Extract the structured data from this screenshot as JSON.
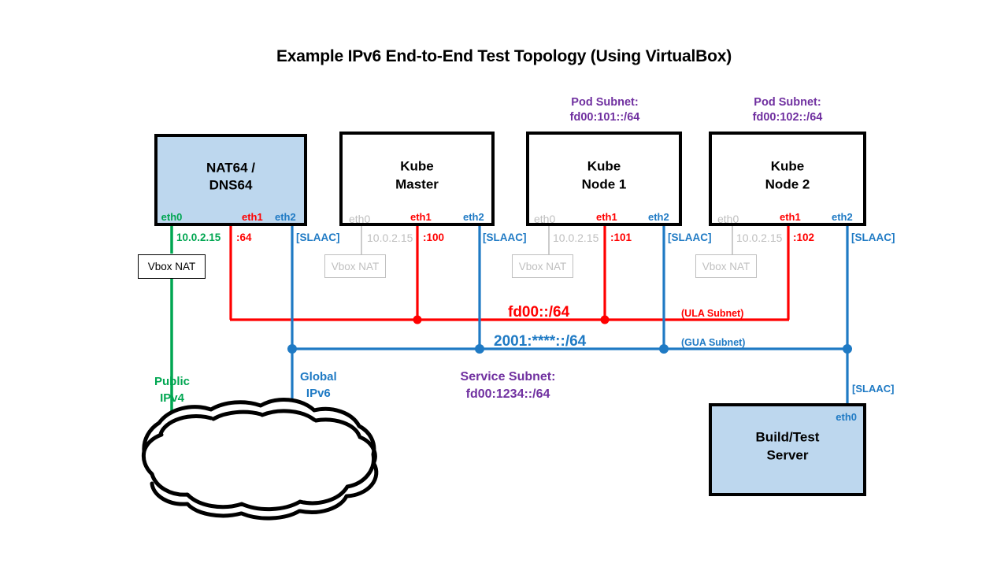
{
  "title": "Example IPv6 End-to-End Test Topology (Using VirtualBox)",
  "colors": {
    "green": "#00a651",
    "red": "#ff0000",
    "blue": "#1f7ac4",
    "grey": "#bfbfbf",
    "purple": "#7030a0",
    "box_fill": "#bdd7ee",
    "black": "#000000"
  },
  "nodes": [
    {
      "id": "nat64",
      "name_line1": "NAT64 /",
      "name_line2": "DNS64",
      "filled": true,
      "interfaces": [
        {
          "name": "eth0",
          "color": "green",
          "address": "10.0.2.15"
        },
        {
          "name": "eth1",
          "color": "red",
          "address": ":64"
        },
        {
          "name": "eth2",
          "color": "blue",
          "address": "[SLAAC]"
        }
      ],
      "nat_label": "Vbox NAT",
      "nat_ghost": false
    },
    {
      "id": "kube-master",
      "name_line1": "Kube",
      "name_line2": "Master",
      "filled": false,
      "interfaces": [
        {
          "name": "eth0",
          "color": "grey",
          "address": "10.0.2.15"
        },
        {
          "name": "eth1",
          "color": "red",
          "address": ":100"
        },
        {
          "name": "eth2",
          "color": "blue",
          "address": "[SLAAC]"
        }
      ],
      "nat_label": "Vbox NAT",
      "nat_ghost": true
    },
    {
      "id": "kube-node-1",
      "name_line1": "Kube",
      "name_line2": "Node 1",
      "filled": false,
      "pod_subnet_line1": "Pod Subnet:",
      "pod_subnet_line2": "fd00:101::/64",
      "interfaces": [
        {
          "name": "eth0",
          "color": "grey",
          "address": "10.0.2.15"
        },
        {
          "name": "eth1",
          "color": "red",
          "address": ":101"
        },
        {
          "name": "eth2",
          "color": "blue",
          "address": "[SLAAC]"
        }
      ],
      "nat_label": "Vbox NAT",
      "nat_ghost": true
    },
    {
      "id": "kube-node-2",
      "name_line1": "Kube",
      "name_line2": "Node 2",
      "filled": false,
      "pod_subnet_line1": "Pod Subnet:",
      "pod_subnet_line2": "fd00:102::/64",
      "interfaces": [
        {
          "name": "eth0",
          "color": "grey",
          "address": "10.0.2.15"
        },
        {
          "name": "eth1",
          "color": "red",
          "address": ":102"
        },
        {
          "name": "eth2",
          "color": "blue",
          "address": "[SLAAC]"
        }
      ],
      "nat_label": "Vbox NAT",
      "nat_ghost": true
    },
    {
      "id": "build-test-server",
      "name_line1": "Build/Test",
      "name_line2": "Server",
      "filled": true,
      "interfaces": [
        {
          "name": "eth0",
          "color": "blue",
          "address": "[SLAAC]"
        }
      ]
    }
  ],
  "networks": {
    "ula": {
      "prefix": "fd00::/64",
      "note": "(ULA Subnet)"
    },
    "gua": {
      "prefix": "2001:****::/64",
      "note": "(GUA Subnet)"
    },
    "service": {
      "line1": "Service Subnet:",
      "line2": "fd00:1234::/64"
    },
    "public_ipv4": {
      "line1": "Public",
      "line2": "IPv4"
    },
    "global_ipv6": {
      "line1": "Global",
      "line2": "IPv6"
    }
  },
  "cloud": {
    "name": "internet-cloud"
  }
}
